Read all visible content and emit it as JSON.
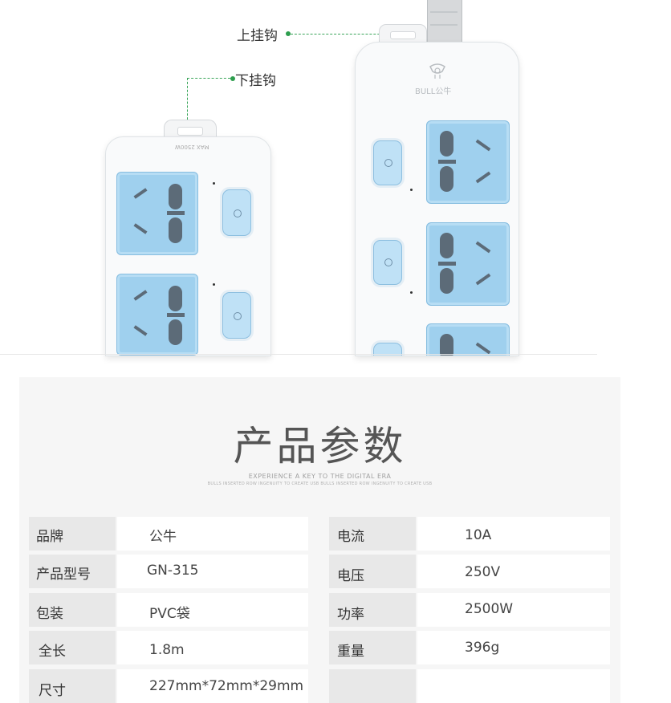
{
  "callouts": {
    "upper_hook": "上挂钩",
    "lower_hook": "下挂钩"
  },
  "product": {
    "left_strip_rating": "MAX 2500W",
    "right_strip_brand": "BULL公牛"
  },
  "specs_section": {
    "title": "产品参数",
    "subtitle_line1": "EXPERIENCE A KEY TO THE DIGITAL ERA",
    "subtitle_line2": "BULLS INSERTED ROW INGENUITY TO CREATE USB BULLS INSERTED ROW INGENUITY TO CREATE USB"
  },
  "specs_left": [
    {
      "label": "品牌",
      "value": "公牛"
    },
    {
      "label": "产品型号",
      "value": "GN-315"
    },
    {
      "label": "包装",
      "value": "PVC袋"
    },
    {
      "label": "全长",
      "value": "1.8m"
    },
    {
      "label": "尺寸",
      "value": "227mm*72mm*29mm"
    }
  ],
  "specs_right": [
    {
      "label": "电流",
      "value": "10A"
    },
    {
      "label": "电压",
      "value": "250V"
    },
    {
      "label": "功率",
      "value": "2500W"
    },
    {
      "label": "重量",
      "value": "396g"
    },
    {
      "label": "",
      "value": ""
    }
  ],
  "colors": {
    "socket_blue": "#9fd0ee",
    "leader_green": "#3aa55a",
    "panel_bg": "#f6f6f6",
    "label_cell": "#e8e8e8"
  }
}
